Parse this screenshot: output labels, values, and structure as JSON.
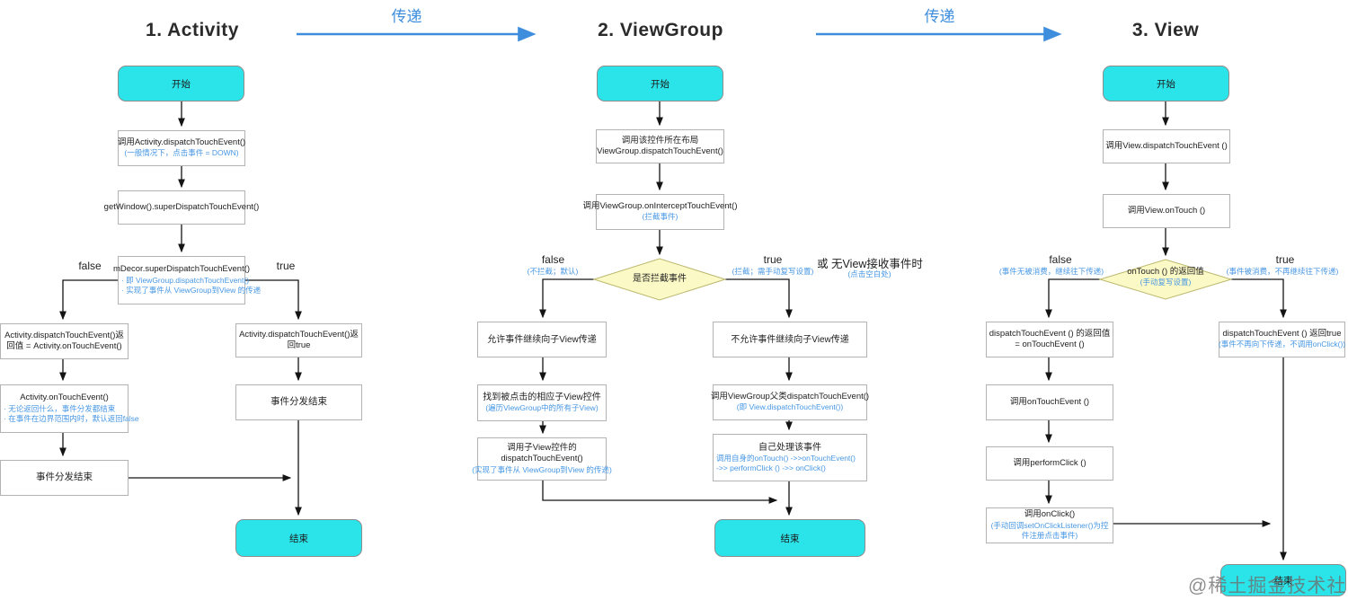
{
  "colors": {
    "terminal_cyan": "#2BE4E9",
    "diamond_fill": "#FBF9C6",
    "note_blue": "#4797E4",
    "transfer_blue": "#3E8EDD"
  },
  "transfer": {
    "label1": "传递",
    "label2": "传递"
  },
  "watermark": "@稀土掘金技术社区",
  "activity": {
    "title": "1. Activity",
    "start": "开始",
    "dispatch_main": "调用Activity.dispatchTouchEvent()",
    "dispatch_note": "(一般情况下，点击事件 = DOWN)",
    "getwindow": "getWindow().superDispatchTouchEvent()",
    "mdecor_main": "mDecor.superDispatchTouchEvent()",
    "mdecor_note1": "· 即 ViewGroup.dispatchTouchEvent()",
    "mdecor_note2": "· 实现了事件从 ViewGroup到View 的传递",
    "label_false": "false",
    "label_true": "true",
    "ret_false": "Activity.dispatchTouchEvent()返回值 = Activity.onTouchEvent()",
    "ret_true": "Activity.dispatchTouchEvent()返回true",
    "ontouch_main": "Activity.onTouchEvent()",
    "ontouch_note1": "· 无论返回什么，事件分发都结束",
    "ontouch_note2": "· 在事件在边界范围内时，默认返回false",
    "end_dispatch_left": "事件分发结束",
    "end_dispatch_right": "事件分发结束",
    "end": "结束"
  },
  "viewgroup": {
    "title": "2. ViewGroup",
    "start": "开始",
    "b1_line1": "调用该控件所在布局",
    "b1_line2": "ViewGroup.dispatchTouchEvent()",
    "b2_main": "调用ViewGroup.onInterceptTouchEvent()",
    "b2_note": "(拦截事件)",
    "diamond": "是否拦截事件",
    "label_false": "false",
    "false_note": "(不拦截；默认)",
    "label_true": "true",
    "true_note": "(拦截；需手动复写设置)",
    "or_text": "或  无View接收事件时",
    "or_note": "(点击空白处)",
    "b3": "允许事件继续向子View传递",
    "b4_main": "找到被点击的相应子View控件",
    "b4_note": "(遍历ViewGroup中的所有子View)",
    "b5_line1": "调用子View控件的",
    "b5_line2": "dispatchTouchEvent()",
    "b5_note": "(实现了事件从 ViewGroup到View 的传递)",
    "b6": "不允许事件继续向子View传递",
    "b7_main": "调用ViewGroup父类dispatchTouchEvent()",
    "b7_note": "(即 View.dispatchTouchEvent())",
    "b8_main": "自己处理该事件",
    "b8_note1": "调用自身的onTouch() ->>onTouchEvent()",
    "b8_note2": "->> performClick () ->> onClick()",
    "end": "结束"
  },
  "view": {
    "title": "3. View",
    "start": "开始",
    "c1": "调用View.dispatchTouchEvent ()",
    "c2": "调用View.onTouch ()",
    "diamond_main": "onTouch () 的返回值",
    "diamond_note": "(手动复写设置)",
    "label_false": "false",
    "false_note": "(事件无被消费，继续往下传递)",
    "label_true": "true",
    "true_note": "(事件被消费，不再继续往下传递)",
    "c3_line1": "dispatchTouchEvent () 的返回值",
    "c3_line2": "= onTouchEvent ()",
    "c4_main": "dispatchTouchEvent () 返回true",
    "c4_note": "(事件不再向下传递，不调用onClick())",
    "c5": "调用onTouchEvent ()",
    "c6": "调用performClick ()",
    "c7_main": "调用onClick()",
    "c7_note": "(手动回调setOnClickListener()为控件注册点击事件)",
    "end": "结束"
  }
}
